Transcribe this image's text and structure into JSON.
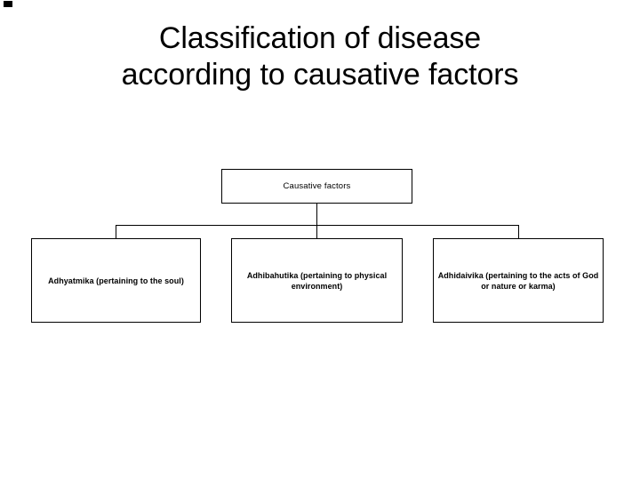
{
  "slide": {
    "title_lines": [
      "Classification of disease",
      "according to causative factors"
    ],
    "background_color": "#ffffff",
    "text_color": "#000000",
    "line_color": "#000000"
  },
  "diagram": {
    "type": "org-chart",
    "root": {
      "label": "Causative factors"
    },
    "children": [
      {
        "label": "Adhyatmika (pertaining to the soul)"
      },
      {
        "label": "Adhibahutika (pertaining to physical environment)"
      },
      {
        "label": "Adhidaivika (pertaining to the acts of God or nature or karma)"
      }
    ]
  },
  "artifacts": {
    "corner_mark": "black-square-mark"
  }
}
